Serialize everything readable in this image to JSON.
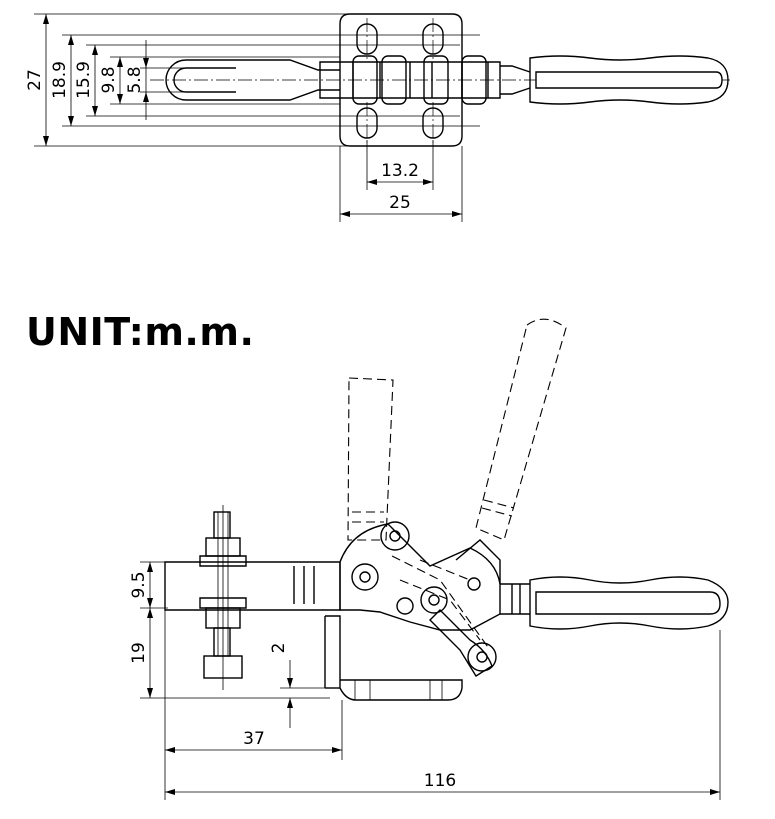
{
  "unit_label": "UNIT:m.m.",
  "top_view": {
    "dims": {
      "height_27": "27",
      "height_18_9": "18.9",
      "height_15_9": "15.9",
      "height_9_8": "9.8",
      "height_5_8": "5.8",
      "hole_spacing": "13.2",
      "base_width": "25"
    }
  },
  "side_view": {
    "dims": {
      "arm_height": "9.5",
      "base_to_arm": "19",
      "gap": "2",
      "spindle_to_base": "37",
      "overall_length": "116"
    }
  }
}
